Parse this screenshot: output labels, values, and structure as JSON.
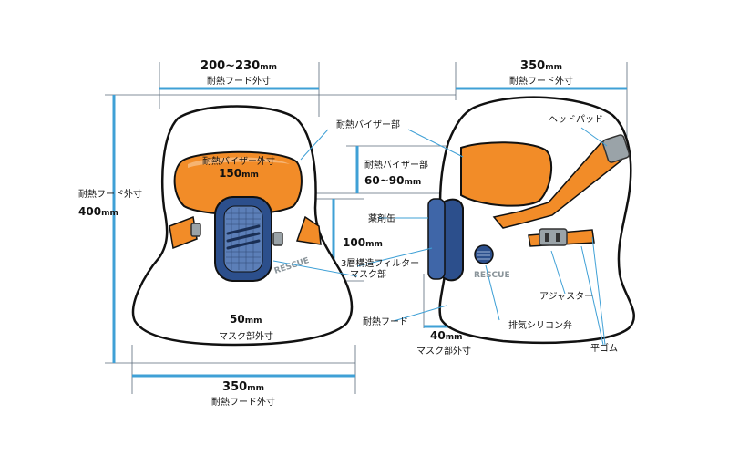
{
  "colors": {
    "dimension_line": "#3fa0d6",
    "visor_orange": "#f28c28",
    "mask_blue": "#2c4f8c",
    "strap_orange": "#f28c28"
  },
  "front_view": {
    "top_width": {
      "value": "200~230",
      "unit": "mm",
      "label": "耐熱フード外寸"
    },
    "visor_width": {
      "label": "耐熱バイザー外寸",
      "value": "150",
      "unit": "mm"
    },
    "mask_height": {
      "value": "100",
      "unit": "mm"
    },
    "mask_width": {
      "value": "50",
      "unit": "mm",
      "label": "マスク部外寸"
    },
    "bottom_width": {
      "value": "350",
      "unit": "mm",
      "label": "耐熱フード外寸"
    },
    "height": {
      "label": "耐熱フード外寸",
      "value": "400",
      "unit": "mm"
    },
    "brand": "RESCUE"
  },
  "side_view": {
    "top_width": {
      "value": "350",
      "unit": "mm",
      "label": "耐熱フード外寸"
    },
    "visor_height": {
      "label": "耐熱バイザー部",
      "value": "60~90",
      "unit": "mm"
    },
    "mask_depth": {
      "value": "40",
      "unit": "mm",
      "label": "マスク部外寸"
    },
    "brand": "RESCUE"
  },
  "parts": {
    "visor": "耐熱バイザー部",
    "canister": "薬剤缶",
    "filter_line1": "3層構造フィルター",
    "filter_line2": "マスク部",
    "hood": "耐熱フード",
    "exhaust_valve": "排気シリコン弁",
    "head_pad": "ヘッドパッド",
    "adjuster": "アジャスター",
    "flat_rubber": "平ゴム"
  }
}
